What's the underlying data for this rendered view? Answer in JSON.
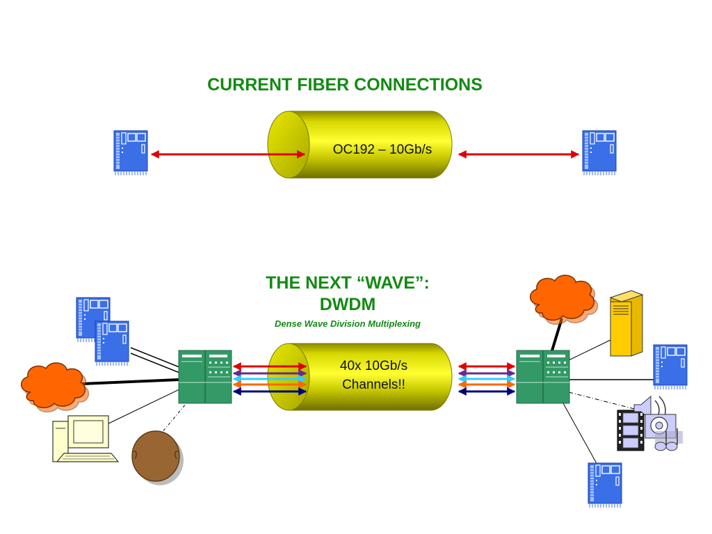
{
  "top": {
    "title": "CURRENT FIBER CONNECTIONS",
    "link_label": "OC192 – 10Gb/s"
  },
  "bottom": {
    "title_line1": "THE NEXT “WAVE”:",
    "title_line2": "DWDM",
    "subtitle": "Dense Wave Division Multiplexing",
    "link_line1": "40x 10Gb/s",
    "link_line2": "Channels!!"
  },
  "colors": {
    "title": "#138a13",
    "cylinder": "#d8d800",
    "switch": "#339966",
    "server_blue": "#3a6fe8",
    "cloud": "#ff6600",
    "tower": "#ffcc00",
    "arrow_single": "#e00000",
    "channels": [
      "#e00000",
      "#6a2a8c",
      "#33ccff",
      "#ff6600",
      "#000080"
    ]
  },
  "icons": [
    "server-board-icon",
    "cloud-icon",
    "tower-server-icon",
    "desktop-computer-icon",
    "user-head-icon",
    "multimedia-icon",
    "switch-icon",
    "fiber-cylinder-icon"
  ]
}
